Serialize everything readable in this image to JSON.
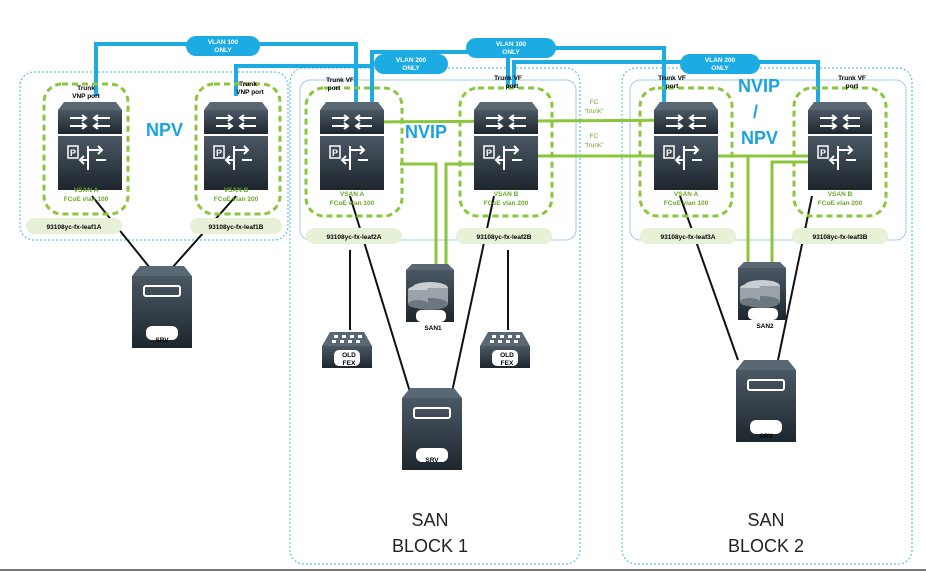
{
  "vlan_tags": {
    "vlan100_left": {
      "line1": "VLAN 100",
      "line2": "ONLY"
    },
    "vlan200_left": {
      "line1": "VLAN 200",
      "line2": "ONLY"
    },
    "vlan100_mid": {
      "line1": "VLAN 100",
      "line2": "ONLY"
    },
    "vlan200_right": {
      "line1": "VLAN 200",
      "line2": "ONLY"
    }
  },
  "modes": {
    "block0": "NPV",
    "block1": "NVIP",
    "block2_line1": "NVIP",
    "block2_line2": "/",
    "block2_line3": "NPV"
  },
  "switches": {
    "leaf1a": {
      "port_line1": "Trunk",
      "port_line2": "VNP port",
      "vsan": "VSAN A",
      "fcoe": "FCoE vlan 100",
      "name": "93108yc-fx-leaf1A"
    },
    "leaf1b": {
      "port_line1": "Trunk",
      "port_line2": "VNP port",
      "vsan": "VSAN B",
      "fcoe": "FCoE vlan 200",
      "name": "93108yc-fx-leaf1B"
    },
    "leaf2a": {
      "port_line1": "Trunk VF",
      "port_line2": "port",
      "vsan": "VSAN A",
      "fcoe": "FCoE vlan 100",
      "name": "93108yc-fx-leaf2A"
    },
    "leaf2b": {
      "port_line1": "Trunk VF",
      "port_line2": "port",
      "vsan": "VSAN B",
      "fcoe": "FCoE vlan 200",
      "name": "93108yc-fx-leaf2B"
    },
    "leaf3a": {
      "port_line1": "Trunk VF",
      "port_line2": "port",
      "vsan": "VSAN A",
      "fcoe": "FCoE vlan 100",
      "name": "93108yc-fx-leaf3A"
    },
    "leaf3b": {
      "port_line1": "Trunk VF",
      "port_line2": "port",
      "vsan": "VSAN B",
      "fcoe": "FCoE vlan 200",
      "name": "93108yc-fx-leaf3B"
    }
  },
  "fc_links": {
    "top": {
      "line1": "FC",
      "line2": "“trunk”"
    },
    "bottom": {
      "line1": "FC",
      "line2": "“trunk”"
    }
  },
  "devices": {
    "srv1": "SRV",
    "srv2": "SRV",
    "srv3": "SRV",
    "san1": "SAN1",
    "san2": "SAN2",
    "fex1_line1": "OLD",
    "fex1_line2": "FEX",
    "fex2_line1": "OLD",
    "fex2_line2": "FEX"
  },
  "blocks": {
    "block1_line1": "SAN",
    "block1_line2": "BLOCK 1",
    "block2_line1": "SAN",
    "block2_line2": "BLOCK 2"
  },
  "colors": {
    "blue_link": "#1cabe2",
    "green_link": "#8cc63f",
    "dashed_green": "#8cc63f",
    "mode_text": "#1aa3e0",
    "dotted_border": "#39b6e6",
    "device_dark": "#2d3942"
  }
}
